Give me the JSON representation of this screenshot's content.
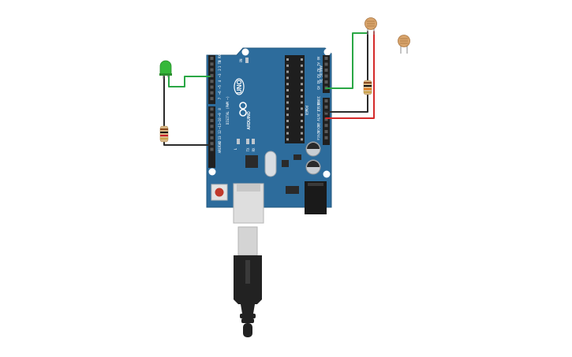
{
  "board": {
    "model": "UNO",
    "brand": "ARDUINO",
    "digital_header_label": "DIGITAL (PWM ~)",
    "analog_header_label": "ANALOG IN",
    "power_header_label": "POWER",
    "on_label": "ON",
    "l_label": "L",
    "tx_label": "TX",
    "rx_label": "RX",
    "digital_pins": [
      "0 RX",
      "1 TX",
      "2",
      "~3",
      "4",
      "~5",
      "~6",
      "7",
      "8",
      "~9",
      "~10",
      "~11",
      "12",
      "13",
      "GND",
      "AREF"
    ],
    "analog_pins": [
      "A0",
      "A1",
      "A2",
      "A3",
      "A4",
      "A5"
    ],
    "power_pins": [
      "IOREF",
      "RESET",
      "3.3V",
      "5V",
      "GND",
      "GND",
      "Vin"
    ]
  },
  "components": {
    "led": {
      "color": "#35b83a"
    },
    "resistor_led": {
      "bands": [
        "#8a4b1f",
        "#111111",
        "#c8202b",
        "#c9a34a"
      ]
    },
    "resistor_sensor": {
      "bands": [
        "#8a4b1f",
        "#111111",
        "#e07a1e",
        "#c9a34a"
      ]
    },
    "photoresistor_connected": {
      "color": "#d8a46c"
    },
    "photoresistor_spare": {
      "color": "#d8a46c"
    },
    "usb_cable": {
      "color": "#222222"
    }
  },
  "colors": {
    "board": "#2d6c9c",
    "wire_green": "#2aa745",
    "wire_black": "#2b2b2b",
    "wire_red": "#d42a2a"
  }
}
